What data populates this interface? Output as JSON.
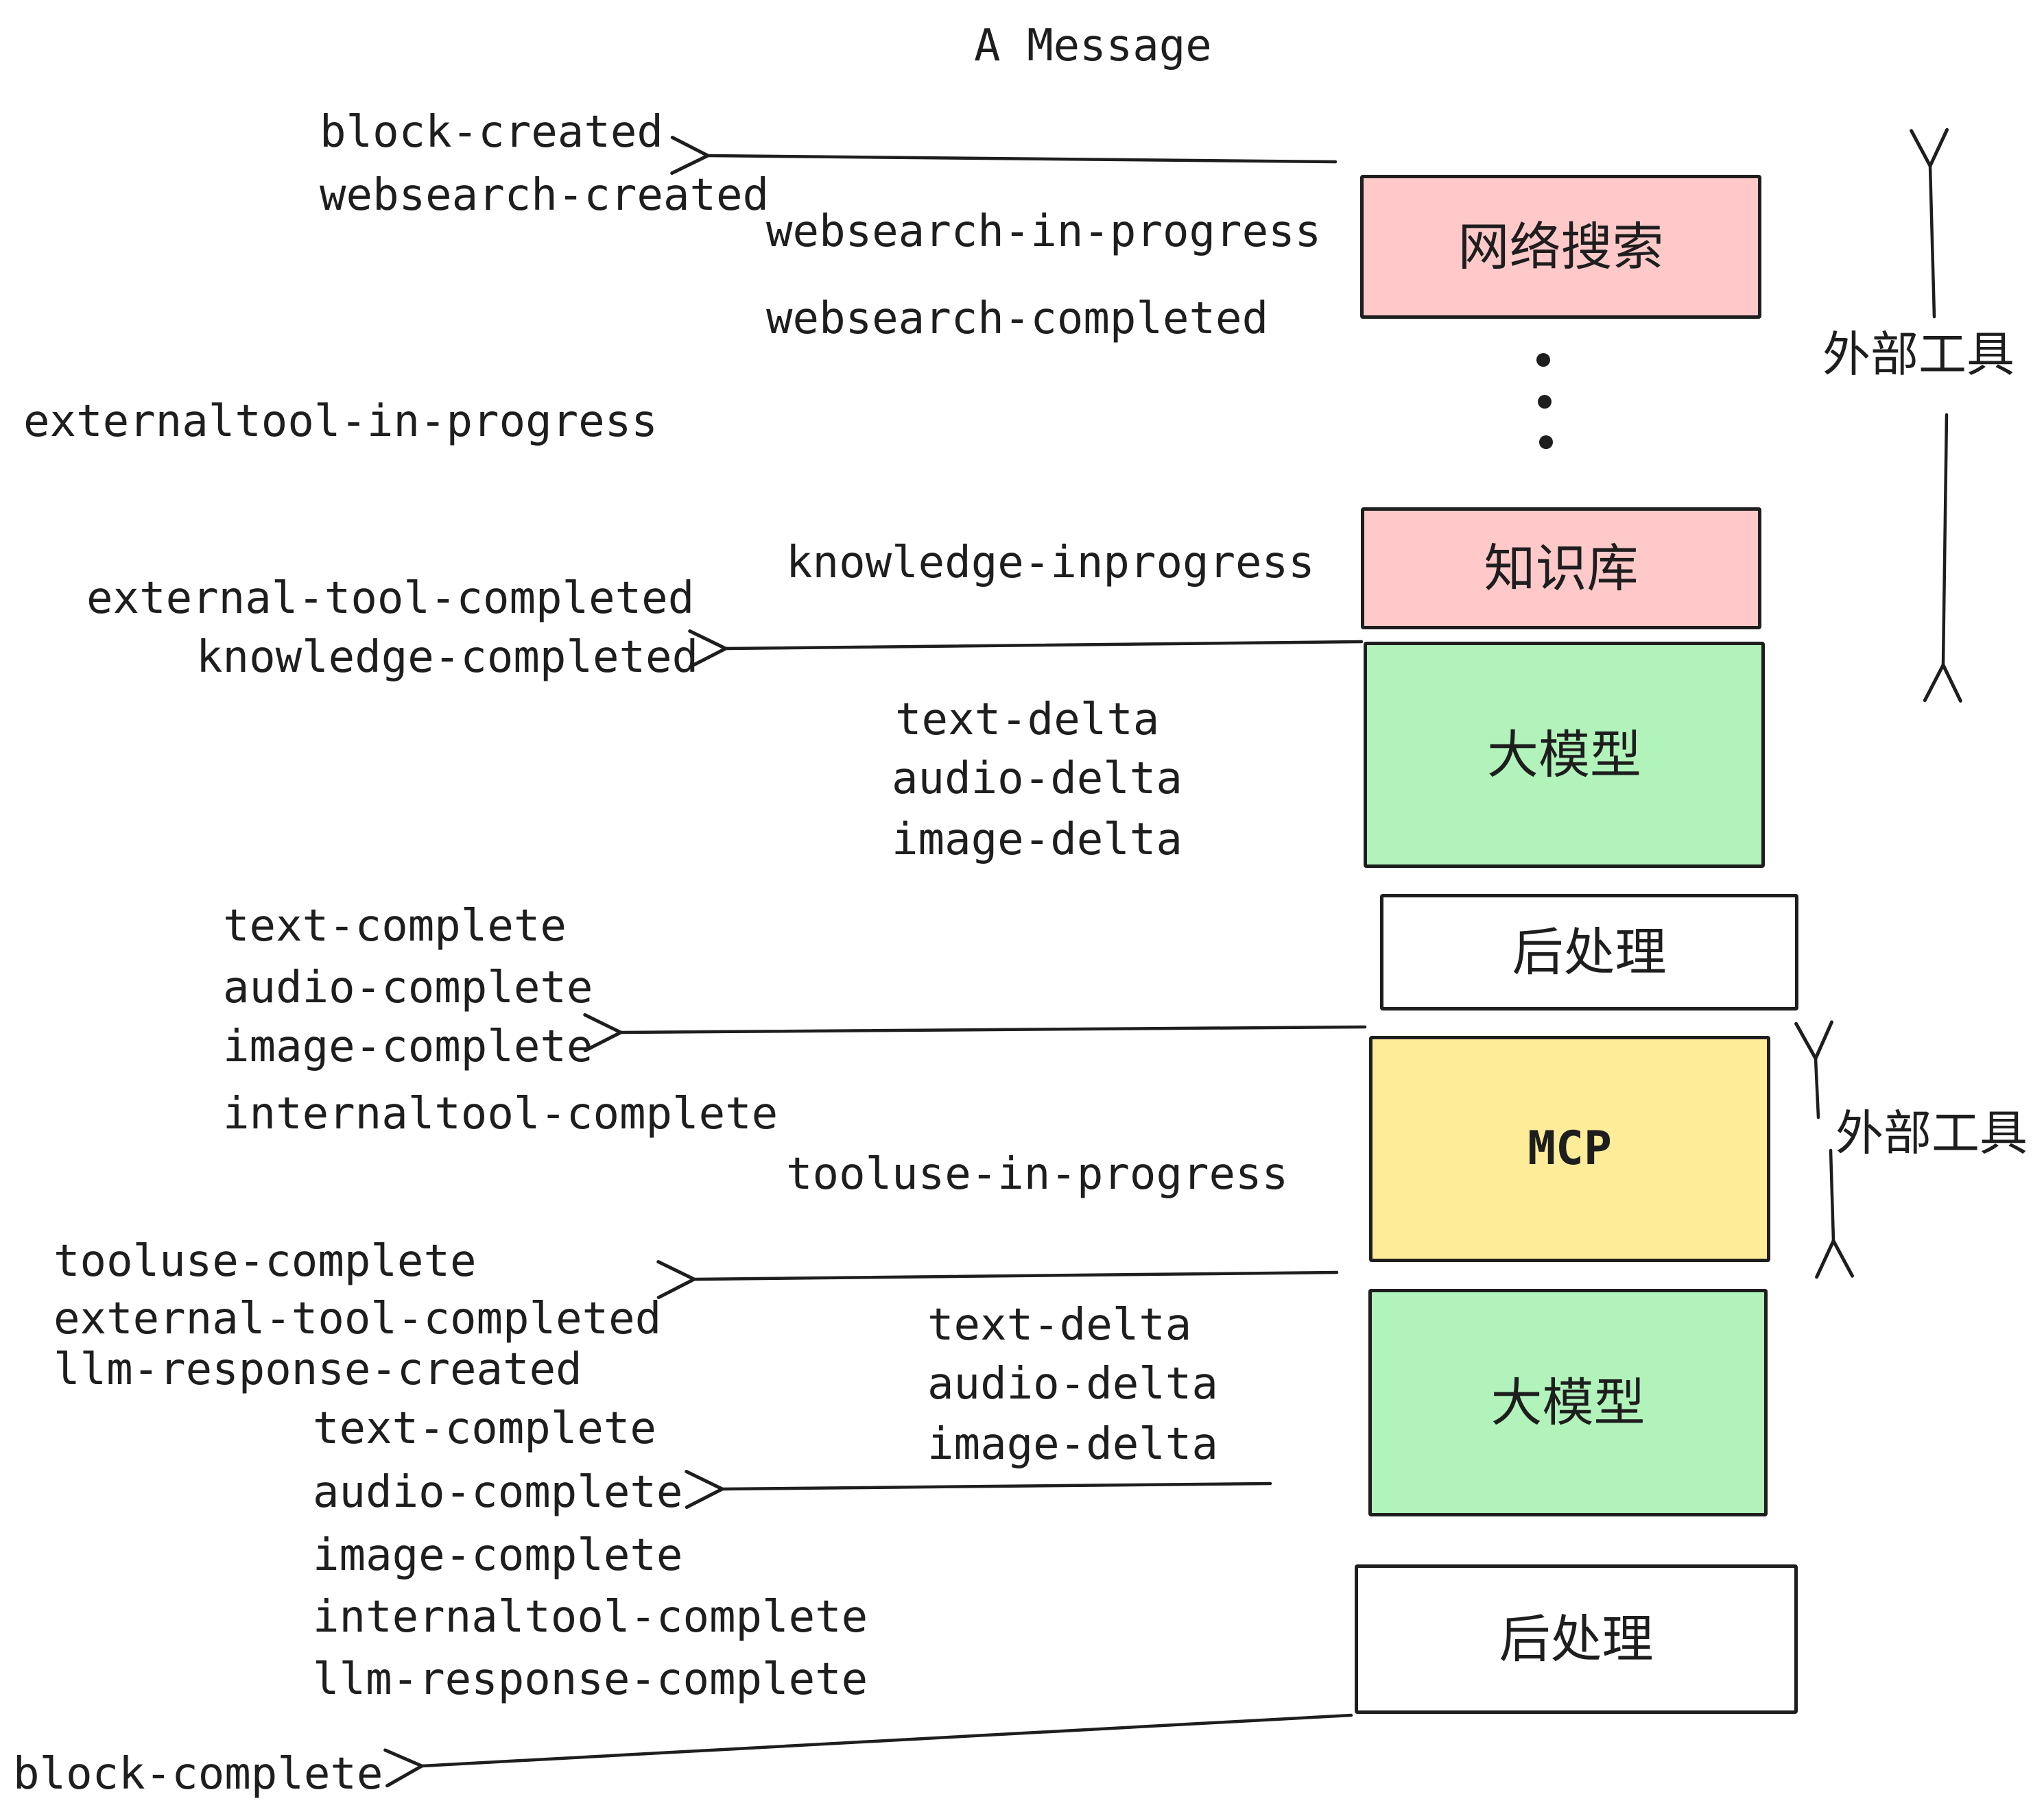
{
  "title": "A Message",
  "colors": {
    "ink": "#1e1e1e",
    "box_border": "#1e1e1e",
    "pink": "#ffc9c9",
    "green": "#b2f2bb",
    "yellow": "#ffec99",
    "white": "#ffffff"
  },
  "boxes": [
    {
      "id": "websearch",
      "label": "网络搜索"
    },
    {
      "id": "knowledge",
      "label": "知识库"
    },
    {
      "id": "llm-1",
      "label": "大模型"
    },
    {
      "id": "post-1",
      "label": "后处理"
    },
    {
      "id": "mcp",
      "label": "MCP"
    },
    {
      "id": "llm-2",
      "label": "大模型"
    },
    {
      "id": "post-2",
      "label": "后处理"
    }
  ],
  "side_labels": [
    {
      "text": "外部工具"
    },
    {
      "text": "外部工具"
    }
  ],
  "events": [
    {
      "text": "block-created"
    },
    {
      "text": "websearch-created"
    },
    {
      "text": "websearch-in-progress"
    },
    {
      "text": "websearch-completed"
    },
    {
      "text": "externaltool-in-progress"
    },
    {
      "text": "knowledge-inprogress"
    },
    {
      "text": "external-tool-completed"
    },
    {
      "text": "knowledge-completed"
    },
    {
      "text": "text-delta"
    },
    {
      "text": "audio-delta"
    },
    {
      "text": "image-delta"
    },
    {
      "text": "text-complete"
    },
    {
      "text": "audio-complete"
    },
    {
      "text": "image-complete"
    },
    {
      "text": "internaltool-complete"
    },
    {
      "text": "tooluse-in-progress"
    },
    {
      "text": "tooluse-complete"
    },
    {
      "text": "external-tool-completed"
    },
    {
      "text": "llm-response-created"
    },
    {
      "text": "text-delta"
    },
    {
      "text": "audio-delta"
    },
    {
      "text": "image-delta"
    },
    {
      "text": "text-complete"
    },
    {
      "text": "audio-complete"
    },
    {
      "text": "image-complete"
    },
    {
      "text": "internaltool-complete"
    },
    {
      "text": "llm-response-complete"
    },
    {
      "text": "block-complete"
    }
  ]
}
